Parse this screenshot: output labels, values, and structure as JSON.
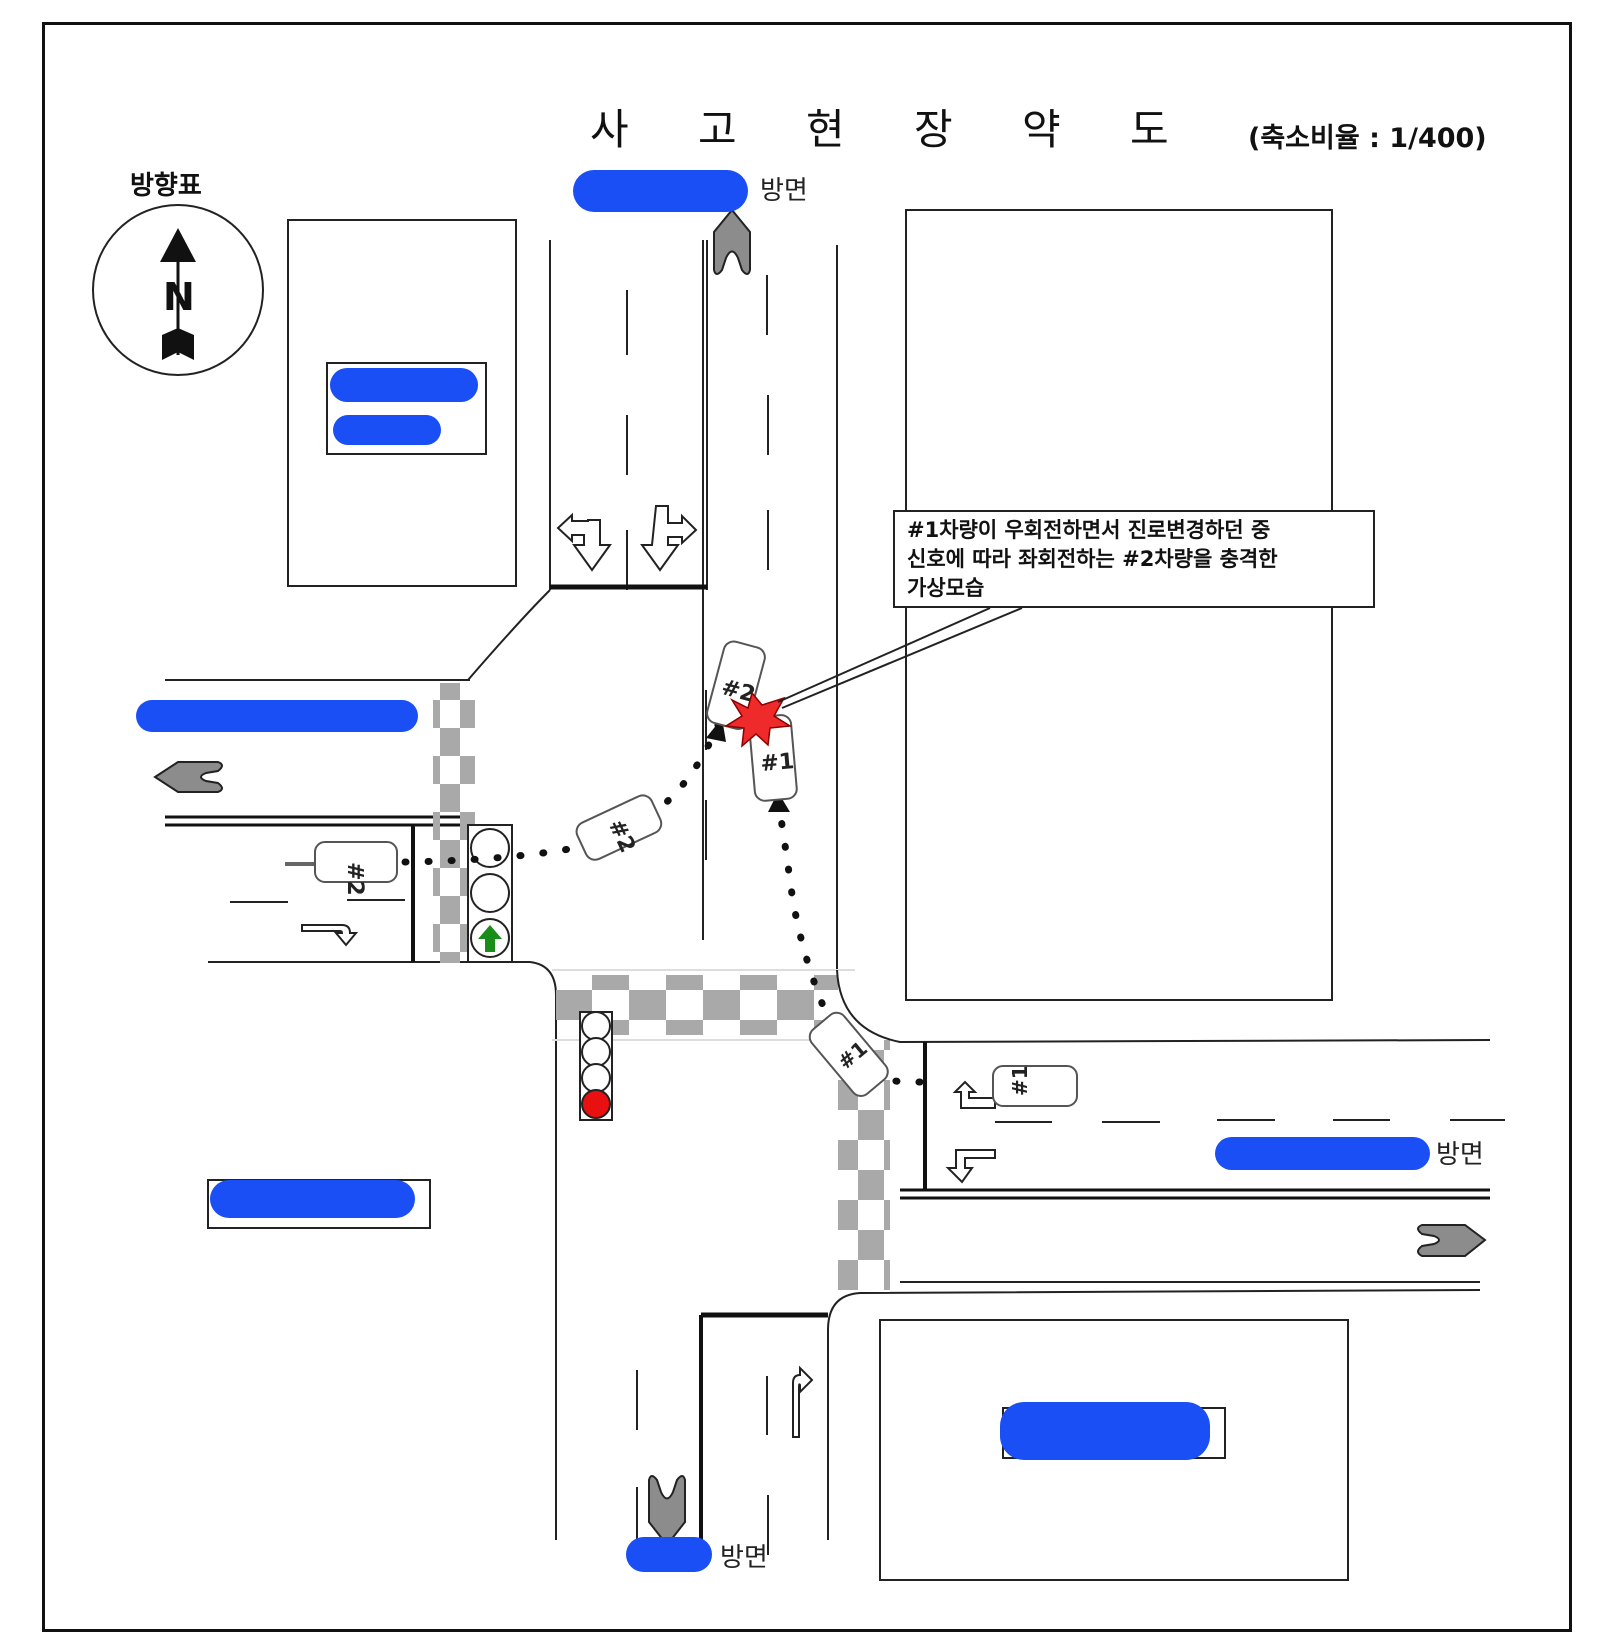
{
  "title": "사 고 현 장 약 도",
  "scale": "(축소비율 : 1/400)",
  "compass": {
    "label": "방향표",
    "north": "N"
  },
  "directions": {
    "north": "방면",
    "east": "방면",
    "south": "방면"
  },
  "note": {
    "lines": [
      "#1차량이 우회전하면서 진로변경하던 중",
      "신호에 따라 좌회전하는 #2차량을 충격한",
      " 가상모습"
    ]
  },
  "vehicles": [
    {
      "id": "#1",
      "label": "#1",
      "role": "right-turning vehicle"
    },
    {
      "id": "#2",
      "label": "#2",
      "role": "left-turning vehicle"
    }
  ],
  "signals": {
    "west_signal": {
      "lamps": [
        "off",
        "off",
        "green-arrow-up"
      ]
    },
    "south_signal": {
      "lamps": [
        "off",
        "off",
        "off",
        "red"
      ]
    }
  },
  "colors": {
    "redaction": "#1a4ff5",
    "collision": "#ee2a2a",
    "signal_green": "#1a8c1a",
    "signal_red": "#e81010",
    "crosswalk": "#a9a9a9",
    "direction_arrow": "#8c8c8c"
  }
}
